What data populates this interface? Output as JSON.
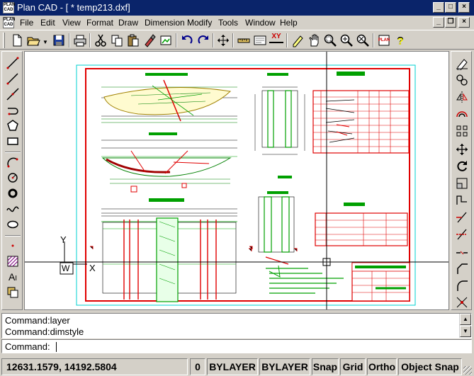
{
  "window": {
    "title": "Plan CAD - [ * temp213.dxf]",
    "app_icon_text": "CAD"
  },
  "menu": [
    "File",
    "Edit",
    "View",
    "Format",
    "Draw",
    "Dimension",
    "Modify",
    "Tools",
    "Window",
    "Help"
  ],
  "toolbar": {
    "tools": [
      "new-file",
      "open-file",
      "save",
      "print",
      "cut",
      "copy",
      "paste",
      "match-properties",
      "paint",
      "redraw",
      "undo",
      "redo",
      "pan-3d",
      "measure",
      "object-properties",
      "xy-coordinates",
      "edit-text",
      "pan",
      "zoom-window",
      "zoom-realtime",
      "zoom-extents",
      "cad-info",
      "help"
    ],
    "xy_label": "XY"
  },
  "drawing": {
    "ucs_y": "Y",
    "ucs_x": "X",
    "ucs_w": "W"
  },
  "command": {
    "history": [
      "Command:layer",
      "Command:dimstyle"
    ],
    "prompt": "Command:",
    "input_value": ""
  },
  "status": {
    "coordinates": "12631.1579, 14192.5804",
    "layer": "0",
    "color": "BYLAYER",
    "linetype": "BYLAYER",
    "snap": "Snap",
    "grid": "Grid",
    "ortho": "Ortho",
    "object_snap": "Object Snap"
  }
}
